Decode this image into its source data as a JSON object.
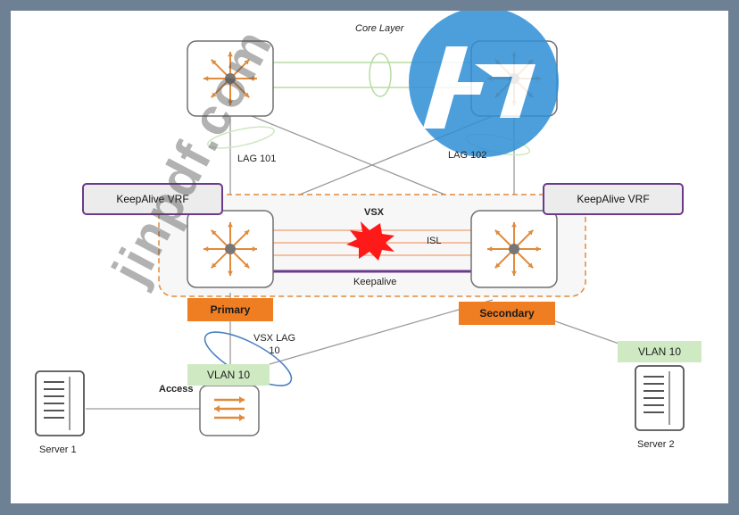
{
  "title": "Core Layer",
  "labels": {
    "lag101": "LAG 101",
    "lag102": "LAG 102",
    "vsx": "VSX",
    "isl": "ISL",
    "keepalive": "Keepalive",
    "vsx_lag": "VSX LAG\n10",
    "access": "Access"
  },
  "vrf_boxes": [
    "KeepAlive VRF",
    "KeepAlive VRF"
  ],
  "roles": {
    "primary": "Primary",
    "secondary": "Secondary"
  },
  "vlans": {
    "access": "VLAN 10",
    "server2": "VLAN 10"
  },
  "servers": {
    "server1": "Server 1",
    "server2": "Server 2"
  },
  "watermark": {
    "logo_text": "hp",
    "text": "jinpdf.com"
  },
  "colors": {
    "switch_arrows": "#e08a3c",
    "vrf_border": "#6b3a8c",
    "role_fill": "#ef7d22",
    "vlan_fill": "#cfeac3",
    "keepalive_line": "#6b3a8c",
    "isl_lines": "#f0a070",
    "lag_ellipse": "#4a7fc0",
    "hp_logo": "#2f8fd6",
    "burst": "#ff1a1a"
  }
}
